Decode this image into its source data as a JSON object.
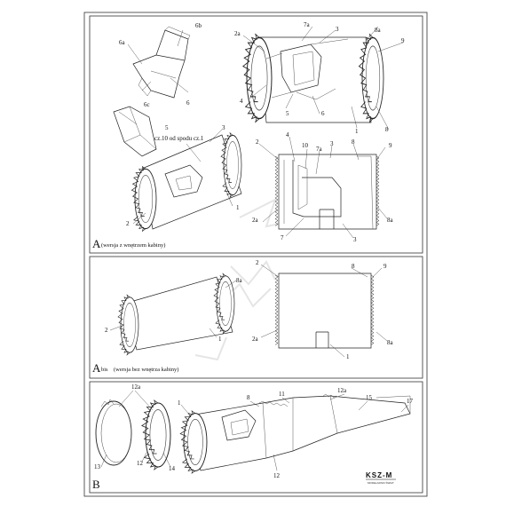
{
  "panels": {
    "a": {
      "letter": "A",
      "caption": "(wersja z wnętrzem kabiny)",
      "labels": {
        "l6b": "6b",
        "l6a": "6a",
        "l6c": "6c",
        "l6": "6",
        "l5": "5",
        "l2a_top": "2a",
        "l7a_top": "7a",
        "l3_top": "3",
        "l8a_top": "8a",
        "l9_top": "9",
        "l4_top": "4",
        "l5_mid": "5",
        "l6_mid": "6",
        "l1_top": "1",
        "l8_top": "8",
        "note": "cz.10 od spodu cz.1",
        "l3_left": "3",
        "l1_left": "1",
        "l2_left": "2",
        "l2_flat": "2",
        "l4_flat": "4",
        "l10_flat": "10",
        "l7a_flat": "7a",
        "l3_flat": "3",
        "l8_flat": "8",
        "l9_flat": "9",
        "l2a_flat": "2a",
        "l8a_flat": "8a",
        "l7_flat": "7",
        "l3_flat_bot": "3"
      }
    },
    "abis": {
      "letter": "A",
      "suffix": "bis",
      "caption": "(wersja bez wnętrza kabiny)",
      "labels": {
        "l8a": "8a",
        "l2": "2",
        "l1": "1",
        "l2_flat": "2",
        "l8_flat": "8",
        "l9_flat": "9",
        "l2a_flat": "2a",
        "l8a_flat": "8a",
        "l1_flat": "1"
      }
    },
    "b": {
      "letter": "B",
      "labels": {
        "l12a_left": "12a",
        "l1": "1",
        "l8": "8",
        "l11": "11",
        "l12a_right": "12a",
        "l15": "15",
        "l17": "17",
        "l13": "13",
        "l12_left": "12",
        "l14": "14",
        "l12_bottom": "12"
      }
    }
  },
  "logo": {
    "text": "KSZ-M",
    "sub": "MODELARSKI ŚWIAT"
  },
  "colors": {
    "ink": "#222222",
    "frame": "#333333",
    "watermark": "#e2e2e2"
  }
}
